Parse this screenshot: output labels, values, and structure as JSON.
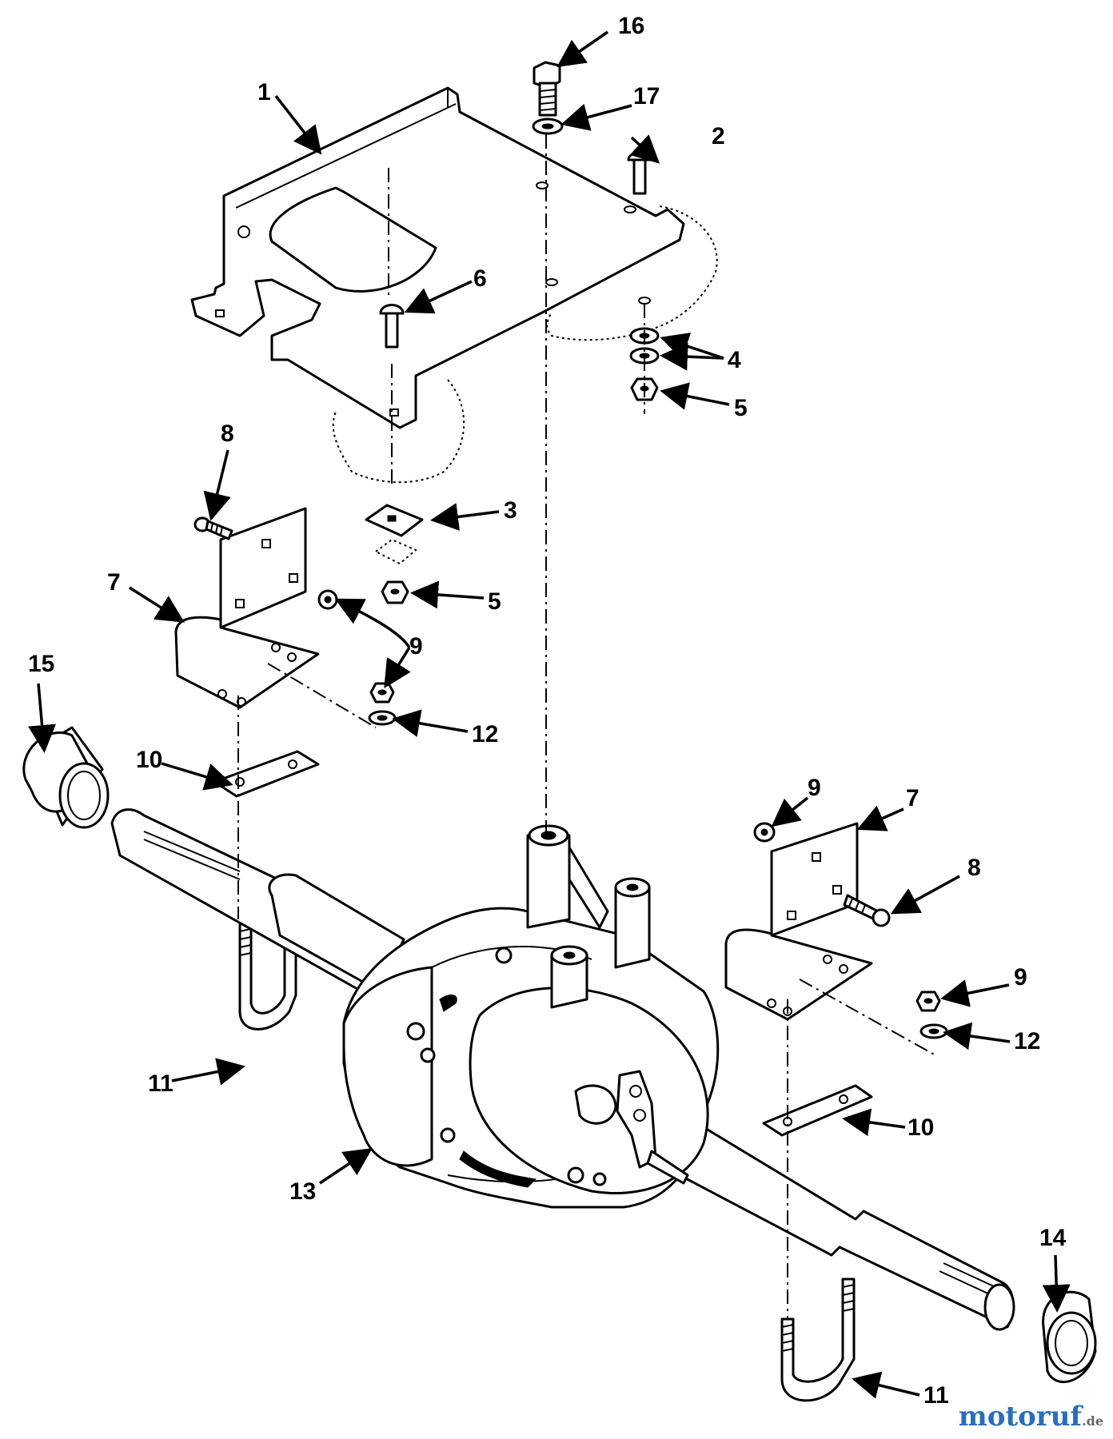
{
  "callouts": [
    {
      "id": "c1",
      "label": "1"
    },
    {
      "id": "c2",
      "label": "2"
    },
    {
      "id": "c3",
      "label": "3"
    },
    {
      "id": "c4",
      "label": "4"
    },
    {
      "id": "c5a",
      "label": "5"
    },
    {
      "id": "c5b",
      "label": "5"
    },
    {
      "id": "c6",
      "label": "6"
    },
    {
      "id": "c7a",
      "label": "7"
    },
    {
      "id": "c7b",
      "label": "7"
    },
    {
      "id": "c8a",
      "label": "8"
    },
    {
      "id": "c8b",
      "label": "8"
    },
    {
      "id": "c9a",
      "label": "9"
    },
    {
      "id": "c9b",
      "label": "9"
    },
    {
      "id": "c9c",
      "label": "9"
    },
    {
      "id": "c10a",
      "label": "10"
    },
    {
      "id": "c10b",
      "label": "10"
    },
    {
      "id": "c11a",
      "label": "11"
    },
    {
      "id": "c11b",
      "label": "11"
    },
    {
      "id": "c12a",
      "label": "12"
    },
    {
      "id": "c12b",
      "label": "12"
    },
    {
      "id": "c13",
      "label": "13"
    },
    {
      "id": "c14",
      "label": "14"
    },
    {
      "id": "c15",
      "label": "15"
    },
    {
      "id": "c16",
      "label": "16"
    },
    {
      "id": "c17",
      "label": "17"
    }
  ],
  "watermark": {
    "text": "motoruf",
    "suffix": ".de"
  }
}
